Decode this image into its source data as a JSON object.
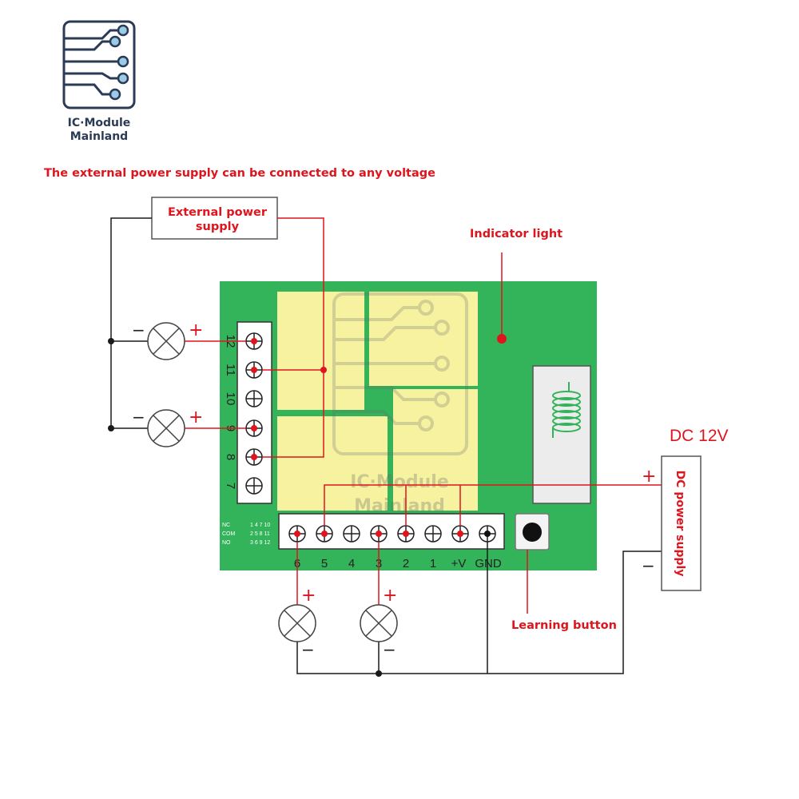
{
  "logo": {
    "line1": "IC·Module",
    "line2": "Mainland"
  },
  "notes": {
    "top_note": "The external power supply can be connected to any voltage",
    "indicator": "Indicator light",
    "learning": "Learning button",
    "dc_voltage": "DC 12V"
  },
  "external_supply": {
    "line1": "External power",
    "line2": "supply"
  },
  "dc_supply": {
    "label": "DC power supply",
    "plus": "+",
    "minus": "−"
  },
  "board": {
    "watermark_line1": "IC·Module",
    "watermark_line2": "Mainland",
    "legend": {
      "rows": [
        {
          "name": "NC",
          "pins": "1 4 7 10"
        },
        {
          "name": "COM",
          "pins": "2 5 8 11"
        },
        {
          "name": "NO",
          "pins": "3 6 9 12"
        }
      ]
    },
    "left_terminals": [
      "12",
      "11",
      "10",
      "9",
      "8",
      "7"
    ],
    "bottom_terminals": [
      "6",
      "5",
      "4",
      "3",
      "2",
      "1",
      "+V",
      "GND"
    ]
  },
  "polarity": {
    "plus": "+",
    "minus": "−"
  },
  "colors": {
    "board": "#33b35a",
    "relay": "#f6f2a0",
    "wire_red": "#e0141c",
    "wire_black": "#1a1a1a",
    "note_red": "#e0141c"
  }
}
